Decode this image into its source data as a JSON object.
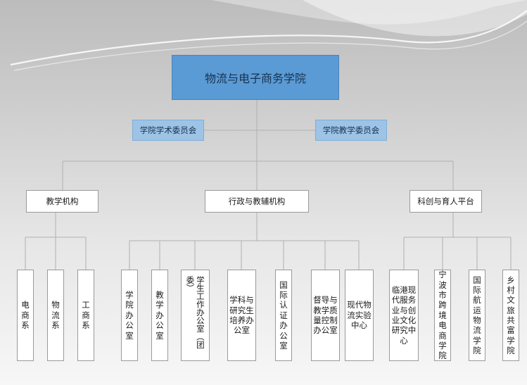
{
  "chart": {
    "title": "物流与电子商务学院",
    "committees": [
      {
        "key": "academic",
        "label": "学院学术委员会"
      },
      {
        "key": "teaching",
        "label": "学院教学委员会"
      }
    ],
    "branches": [
      {
        "key": "teaching-org",
        "label": "教学机构",
        "units": [
          "电商系",
          "物流系",
          "工商系"
        ]
      },
      {
        "key": "admin-org",
        "label": "行政与教辅机构",
        "units": [
          "学院办公室",
          "教学办公室",
          "学生工作办公室（团委）",
          "学科与研究生培养办公室",
          "国际认证办公室",
          "督导与教学质量控制办公室",
          "现代物流实验中心"
        ]
      },
      {
        "key": "platform",
        "label": "科创与育人平台",
        "units": [
          "临港现代服务业与创业文化研究中心",
          "宁波市跨境电商学院",
          "国际航运物流学院",
          "乡村文旅共富学院"
        ]
      }
    ]
  },
  "colors": {
    "title_fill": "#5b9bd5",
    "committee_fill": "#9dc3e6",
    "connector": "#b0b0b0",
    "unit_border": "#9a9a9a"
  }
}
